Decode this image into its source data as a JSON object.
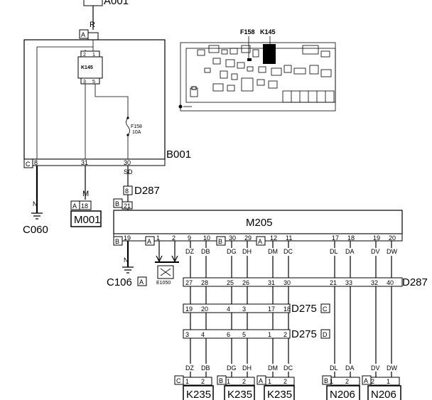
{
  "labels": {
    "top_connector": "A001",
    "box_tag_a": "A",
    "wire_r": "R",
    "relay": "K145",
    "relay_pin2": "2",
    "relay_pin1": "1",
    "relay_pin3": "3",
    "relay_pin5": "5",
    "fuse": "F158",
    "fuse_rating": "10A",
    "pcb_fuse": "F158",
    "pcb_relay": "K145",
    "module": "B001",
    "pin_8": "8",
    "pin_31": "31",
    "pin_30": "30",
    "wire_sd": "SD",
    "tag_c": "C",
    "tag_a2": "A",
    "wire_n": "N",
    "wire_m": "M",
    "pin_18": "18",
    "pin_8b": "8",
    "tag_b": "B",
    "pin_21": "21",
    "d287_top": "D287",
    "ground_c060": "C060",
    "motor": "M001",
    "ecu": "M205",
    "pin_19": "19",
    "tag_b2": "B",
    "tag_a3": "A",
    "tag_b3": "B",
    "tag_a4": "A",
    "wire_n2": "N",
    "ground_c106": "C106",
    "ground_c106_tag": "A",
    "e1050": "E1050",
    "d287_right": "D287",
    "d275c": "D275",
    "d275c_tag": "C",
    "d275d": "D275",
    "d275d_tag": "D",
    "k235": "K235",
    "n206": "N206",
    "tag_c_bot": "C",
    "tag_b_bot": "B",
    "tag_a_bot": "A",
    "tag_b_bot2": "B",
    "tag_a_bot2": "A"
  },
  "ecu_pins": [
    {
      "pin": "1"
    },
    {
      "pin": "2"
    },
    {
      "pin": "9",
      "wire": "DZ"
    },
    {
      "pin": "10",
      "wire": "DB"
    },
    {
      "pin": "30",
      "wire": "DG"
    },
    {
      "pin": "29",
      "wire": "DH"
    },
    {
      "pin": "12",
      "wire": "DM"
    },
    {
      "pin": "11",
      "wire": "DC"
    },
    {
      "pin": "17",
      "wire": "DL"
    },
    {
      "pin": "18",
      "wire": "DA"
    },
    {
      "pin": "19",
      "wire": "DV"
    },
    {
      "pin": "20",
      "wire": "DW"
    }
  ],
  "d287_pins": [
    "27",
    "28",
    "25",
    "26",
    "31",
    "30",
    "21",
    "33",
    "32",
    "40"
  ],
  "d275c_pins": [
    "19",
    "20",
    "4",
    "3",
    "17",
    "18"
  ],
  "d275d_pins": [
    "3",
    "4",
    "6",
    "5",
    "1",
    "2"
  ],
  "bottom_wires": [
    "DZ",
    "DB",
    "DG",
    "DH",
    "DM",
    "DC",
    "DL",
    "DA",
    "DV",
    "DW"
  ],
  "bottom_pins": [
    "1",
    "2",
    "1",
    "2",
    "1",
    "2",
    "1",
    "2",
    "2",
    "1"
  ]
}
